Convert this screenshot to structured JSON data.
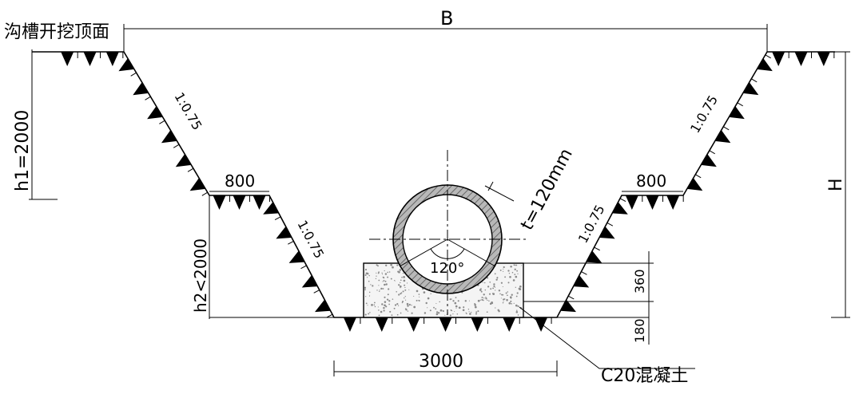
{
  "labels": {
    "top_surface": "沟槽开挖顶面",
    "width_top": "B",
    "h1": "h1=2000",
    "h2": "h2<2000",
    "height_total": "H",
    "berm_left": "800",
    "berm_right": "800",
    "slope_upper_left": "1:0.75",
    "slope_lower_left": "1:0.75",
    "slope_upper_right": "1:0.75",
    "slope_lower_right": "1:0.75",
    "pipe_thickness": "t=120mm",
    "pipe_angle": "120°",
    "base_width": "3000",
    "cradle_height": "360",
    "base_thickness": "180",
    "concrete": "C20混凝土"
  },
  "colors": {
    "line": "#000000",
    "pipe_wall": "#9a9a9a",
    "concrete_fill": "#f4f4f4",
    "speckle": "#8a8a8a"
  }
}
